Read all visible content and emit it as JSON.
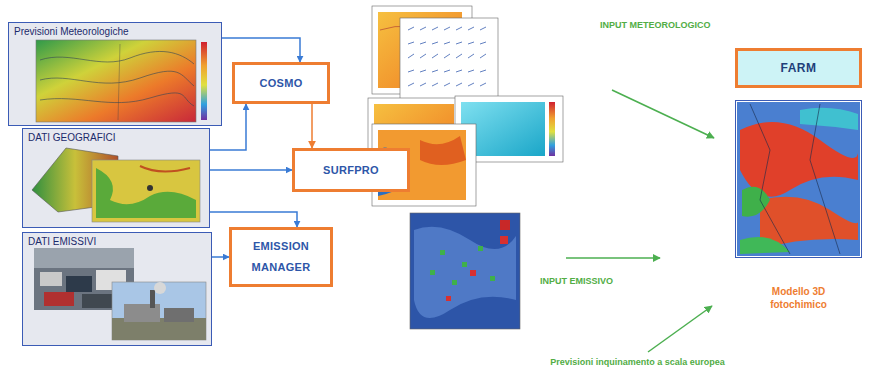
{
  "diagram": {
    "nodes": [
      {
        "text": [
          "Previsioni Meteorologiche"
        ]
      },
      {
        "text": [
          "COSMO"
        ]
      },
      {
        "text": [
          "DATI GEOGRAFICI"
        ]
      },
      {
        "text": [
          "SURFPRO"
        ]
      },
      {
        "text": [
          "DATI EMISSIVI"
        ]
      },
      {
        "text": [
          "EMISSION MANAGER"
        ]
      },
      {
        "text": [
          "FARM"
        ]
      },
      {
        "text": [
          "Modello 3D fotochimico"
        ]
      }
    ],
    "edges": [
      {
        "from": 0,
        "to": 1,
        "arrow": "to"
      },
      {
        "from": 2,
        "to": 1,
        "arrow": "to"
      },
      {
        "from": 1,
        "to": 3,
        "arrow": "to"
      },
      {
        "from": 2,
        "to": 3,
        "arrow": "to"
      },
      {
        "from": 2,
        "to": 5,
        "arrow": "to"
      },
      {
        "from": 4,
        "to": 5,
        "arrow": "to"
      }
    ],
    "labels": [
      "INPUT METEOROLOGICO",
      "INPUT EMISSIVO",
      "Previsioni inquinamento a scala europea"
    ]
  }
}
